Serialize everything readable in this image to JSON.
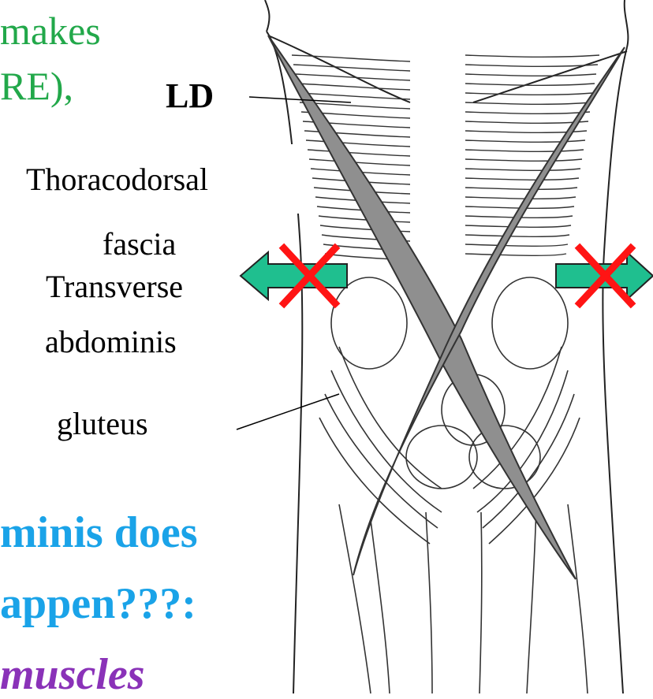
{
  "slide": {
    "partial_text_green_line1": "makes",
    "partial_text_green_line2": "RE),",
    "partial_text_blue_line1": "minis does",
    "partial_text_blue_line2": "appen???:",
    "partial_text_purple_line3": "muscles"
  },
  "labels": {
    "ld": "LD",
    "thoracodorsal": "Thoracodorsal",
    "fascia": "fascia",
    "transverse": "Transverse",
    "abdominis": "abdominis",
    "gluteus": "gluteus"
  },
  "colors": {
    "green_text": "#22a84a",
    "blue_text": "#1aa3e8",
    "purple_text": "#8a32b8",
    "arrow_fill": "#1fbf8f",
    "cross_color": "#ff1414",
    "muscle_x_fill": "#8f8f8f"
  },
  "icons": [
    "left-arrow-icon",
    "right-arrow-icon",
    "red-cross-icon"
  ]
}
